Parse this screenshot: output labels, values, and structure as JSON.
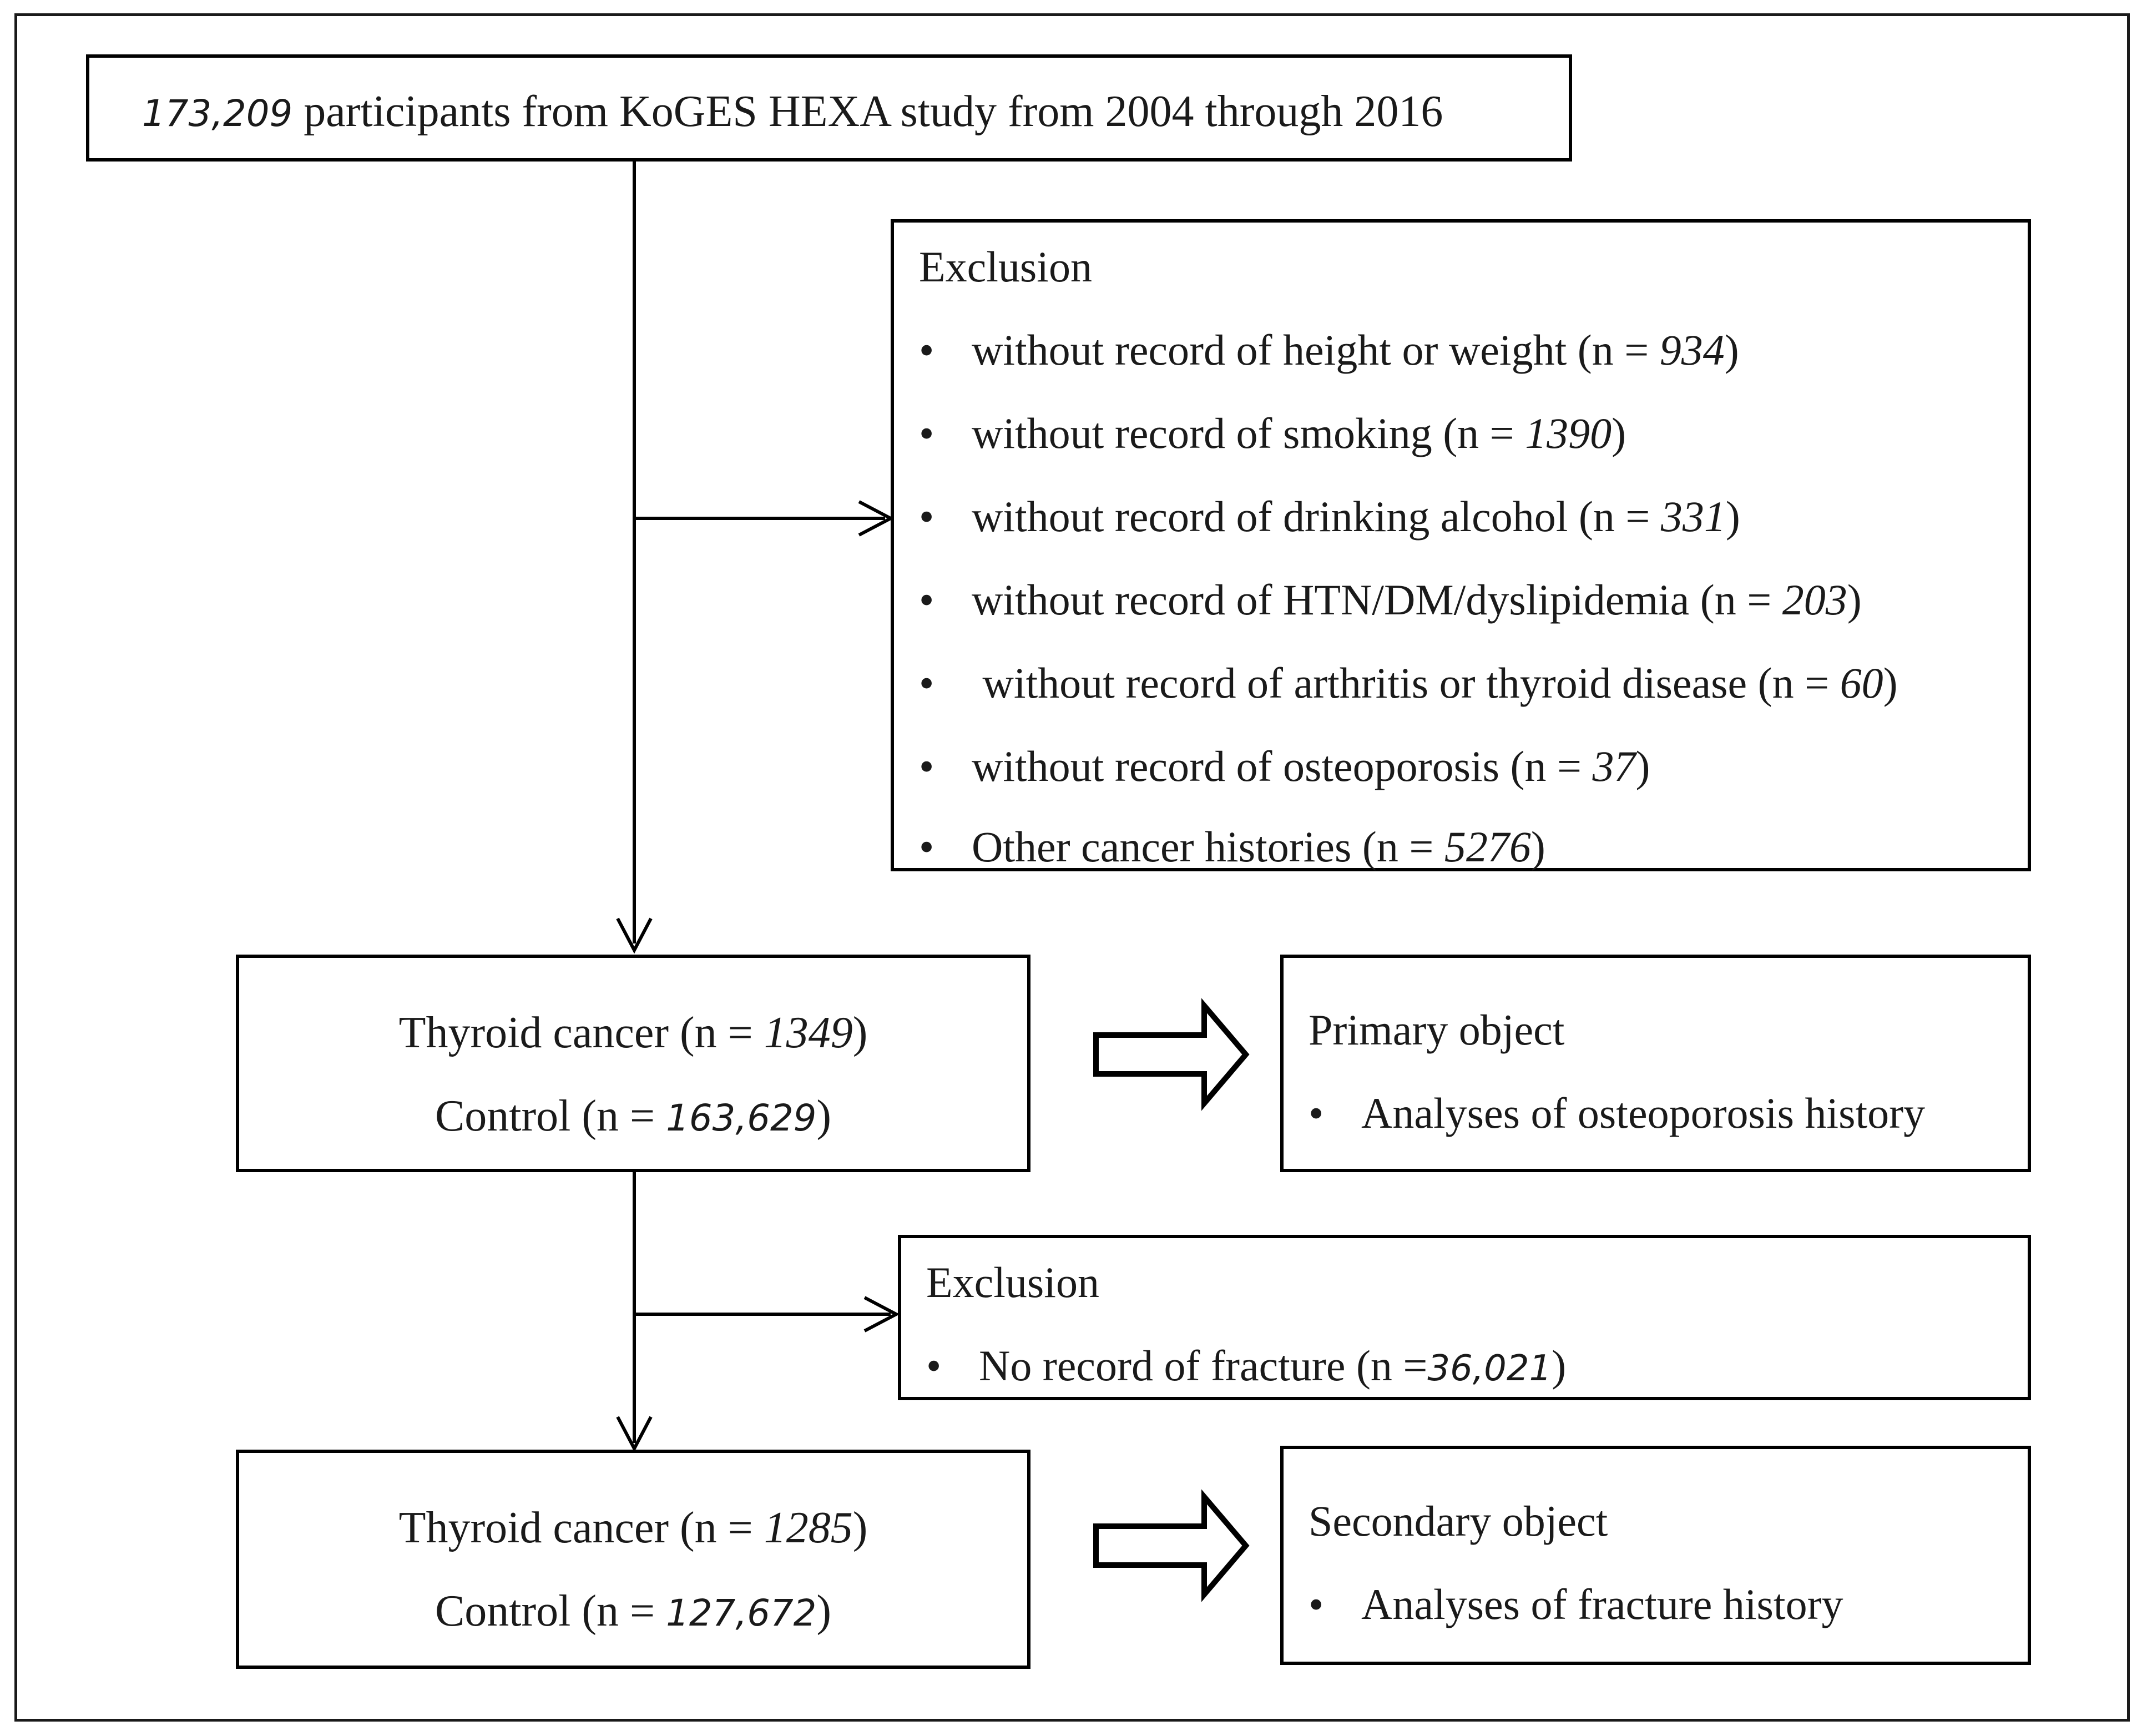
{
  "top": {
    "count": "173,209",
    "text": " participants from KoGES HEXA study from 2004 through 2016"
  },
  "exclusion1": {
    "heading": "Exclusion",
    "items": [
      {
        "text": "without  record of height or weight (n = ",
        "n": "934",
        "close": ")"
      },
      {
        "text": "without  record of smoking (n = ",
        "n": "1390",
        "close": ")"
      },
      {
        "text": "without record of drinking alcohol (n = ",
        "n": "331",
        "close": ")"
      },
      {
        "text": "without  record of HTN/DM/dyslipidemia (n = ",
        "n": "203",
        "close": ")"
      },
      {
        "text": " without  record of arthritis or thyroid disease (n = ",
        "n": "60",
        "close": ")"
      },
      {
        "text": "without  record of osteoporosis (n = ",
        "n": "37",
        "close": ")"
      },
      {
        "text": "Other cancer histories (n = ",
        "n": "5276",
        "close": ")"
      }
    ]
  },
  "group1": {
    "cancer_label": "Thyroid cancer (n = ",
    "cancer_n": "1349",
    "control_label": "Control (n = ",
    "control_n": "163,629",
    "close": ")"
  },
  "primary": {
    "heading": "Primary object",
    "item": "Analyses of osteoporosis history"
  },
  "exclusion2": {
    "heading": "Exclusion",
    "item_text": "No record of fracture  (n =",
    "item_n": "36,021",
    "close": ")"
  },
  "group2": {
    "cancer_label": "Thyroid cancer (n = ",
    "cancer_n": "1285",
    "control_label": "Control (n = ",
    "control_n": "127,672",
    "close": ")"
  },
  "secondary": {
    "heading": "Secondary object",
    "item": "Analyses of fracture history"
  },
  "bullet_char": "•"
}
